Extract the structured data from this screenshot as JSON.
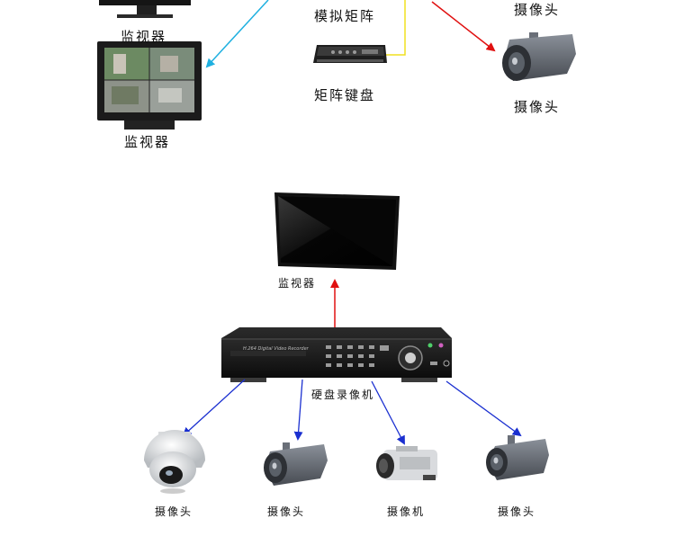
{
  "top_section": {
    "monitor_top_label": "监视器",
    "monitor_label": "监视器",
    "matrix_label": "模拟矩阵",
    "keyboard_label": "矩阵键盘",
    "camera_top_label": "摄像头",
    "camera_label": "摄像头"
  },
  "bottom_section": {
    "monitor_label": "监视器",
    "dvr_label": "硬盘录像机",
    "dvr_faceplate_text": "H.264 Digital Video Recorder",
    "devices": [
      {
        "label": "摄像头"
      },
      {
        "label": "摄像头"
      },
      {
        "label": "摄像机"
      },
      {
        "label": "摄像头"
      }
    ]
  },
  "colors": {
    "arrow_blue": "#1a2fd0",
    "arrow_red": "#e01010",
    "arrow_cyan": "#1fb0e0",
    "line_yellow": "#f0e020",
    "device_dark": "#1b1b1b",
    "camera_gray": "#6a6f78"
  }
}
